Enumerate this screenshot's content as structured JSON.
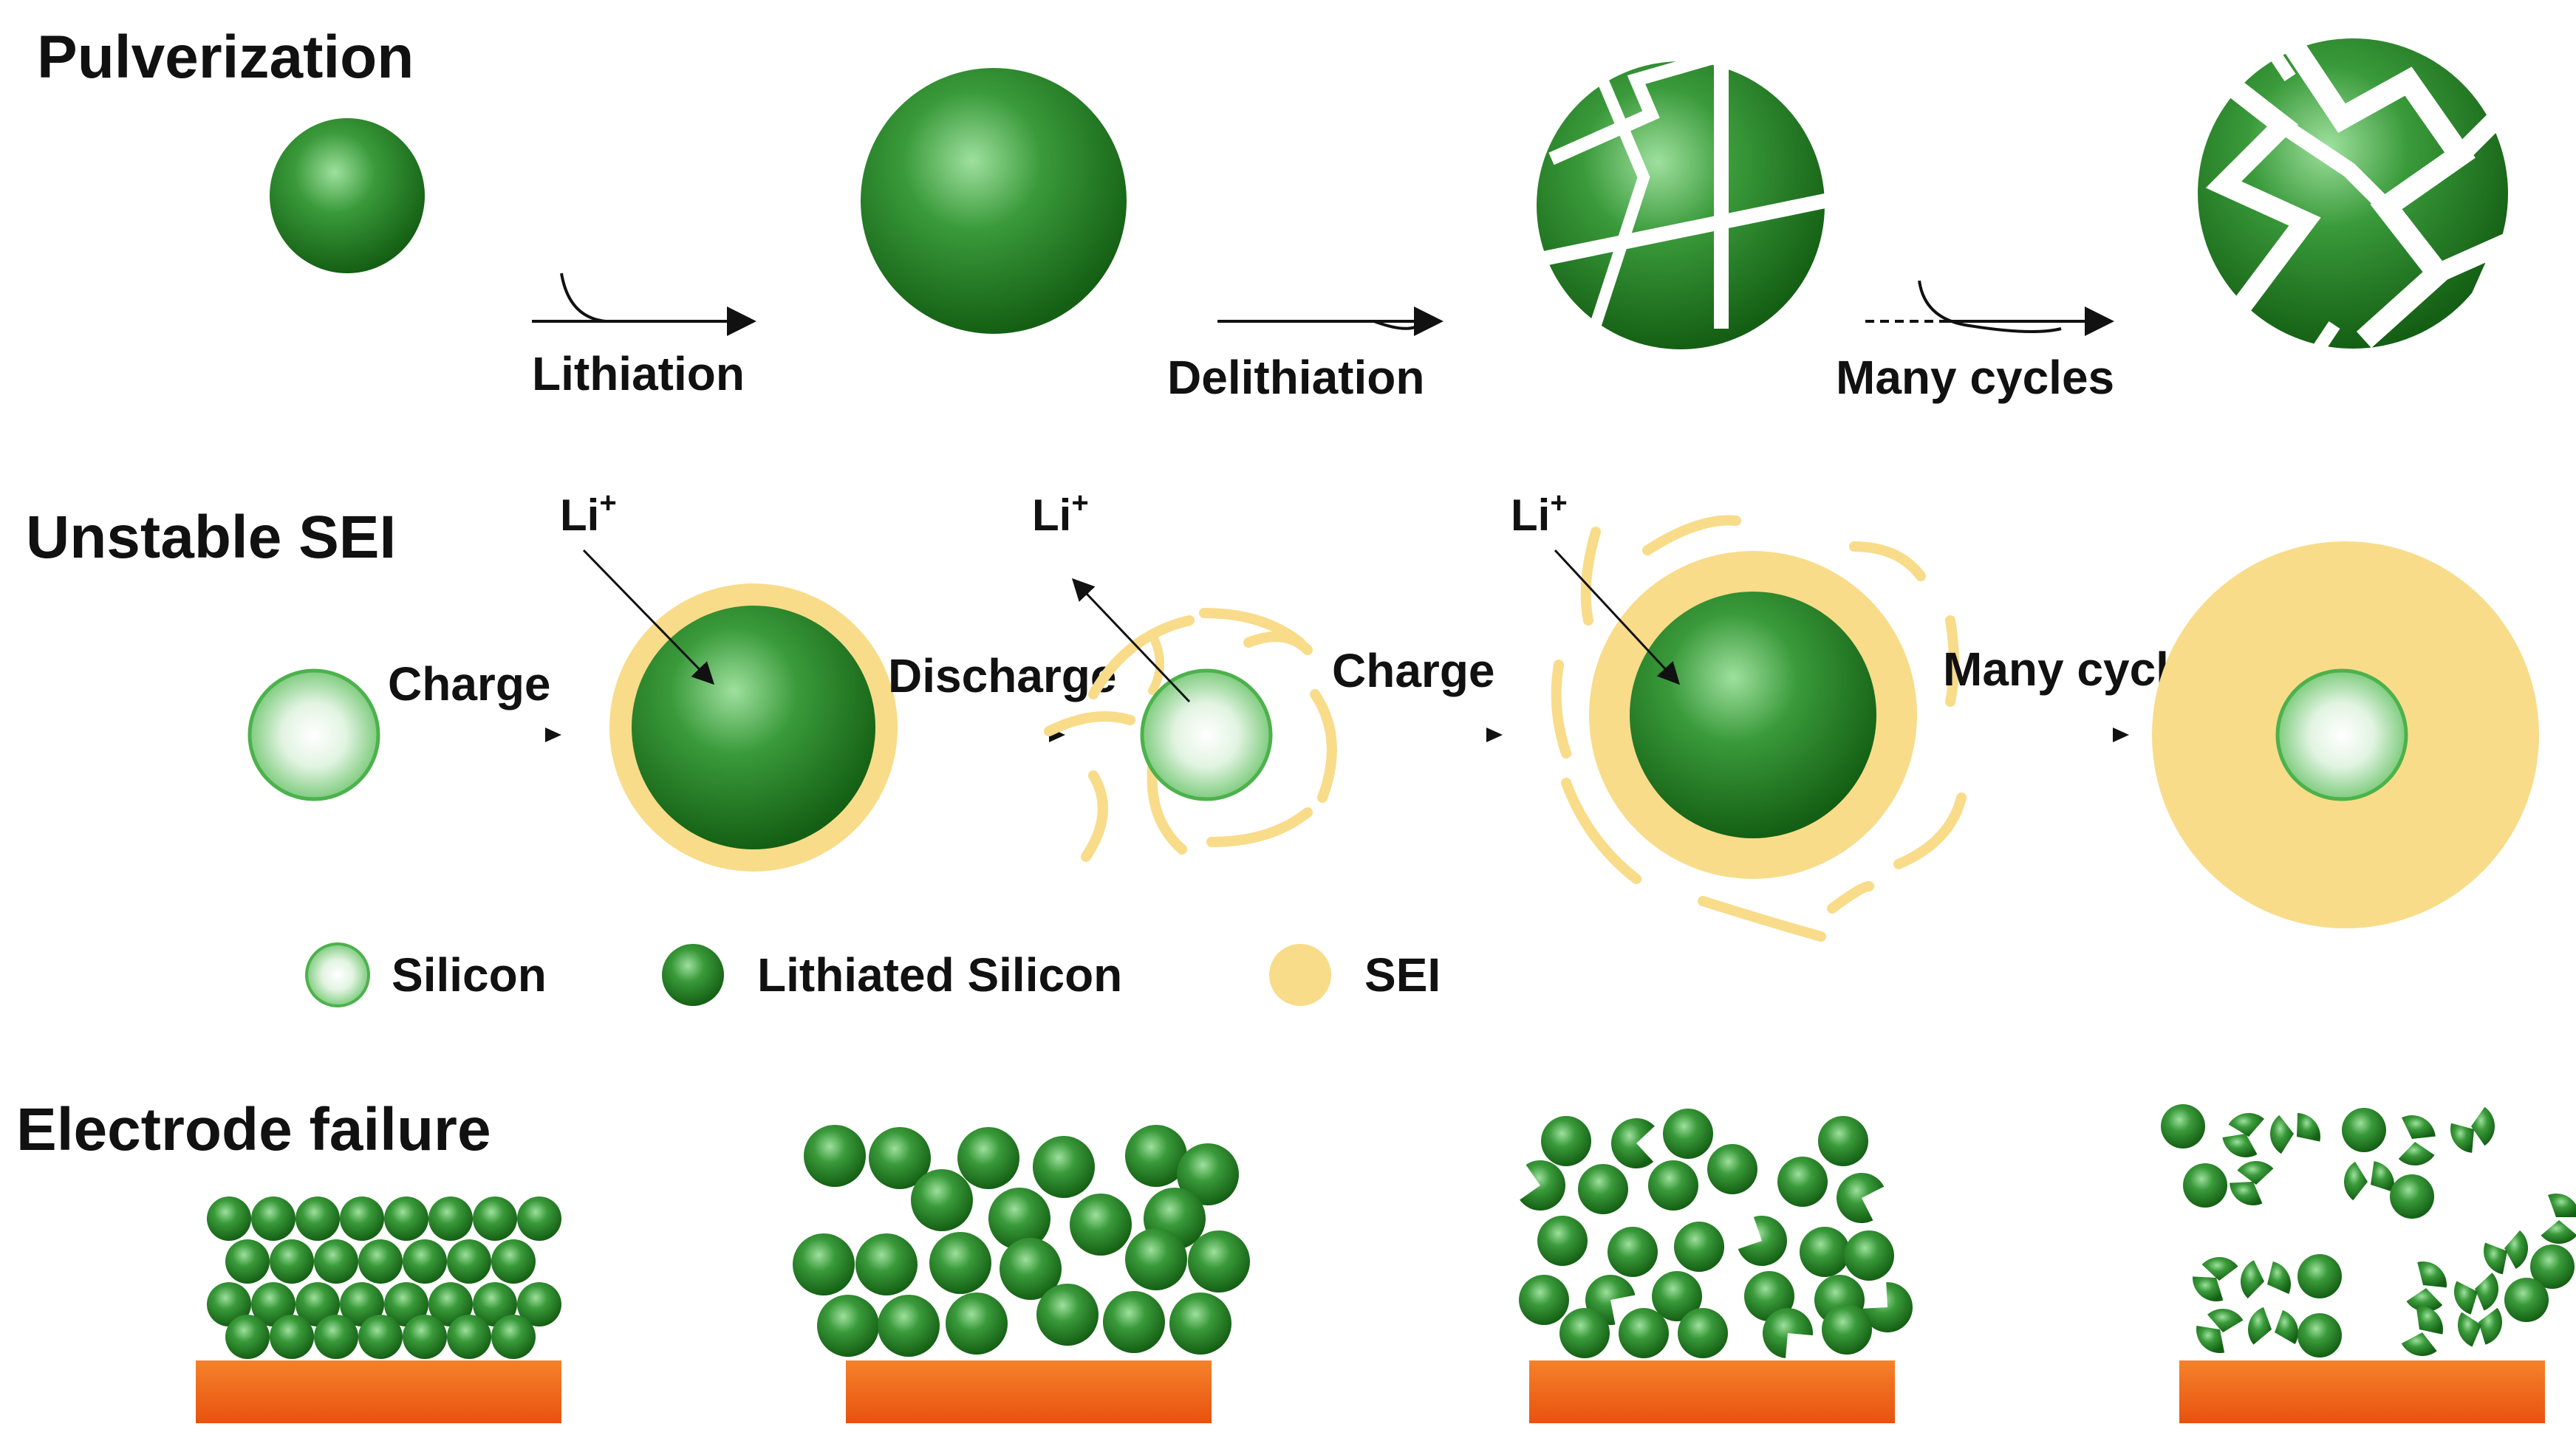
{
  "sections": {
    "pulverization": {
      "title": "Pulverization",
      "steps": [
        "Lithiation",
        "Delithiation",
        "Many cycles"
      ]
    },
    "unstable_sei": {
      "title": "Unstable SEI",
      "steps": [
        "Charge",
        "Discharge",
        "Charge",
        "Many cycles"
      ],
      "ion_label": "Li",
      "ion_charge": "+"
    },
    "electrode_failure": {
      "title": "Electrode failure"
    }
  },
  "legend": {
    "silicon": "Silicon",
    "lithiated_silicon": "Lithiated Silicon",
    "sei": "SEI"
  },
  "colors": {
    "lithiated_silicon": "#1f7a1f",
    "silicon": "#5fbf5f",
    "sei": "#f8dc8a",
    "current_collector": "#f26a1b"
  }
}
